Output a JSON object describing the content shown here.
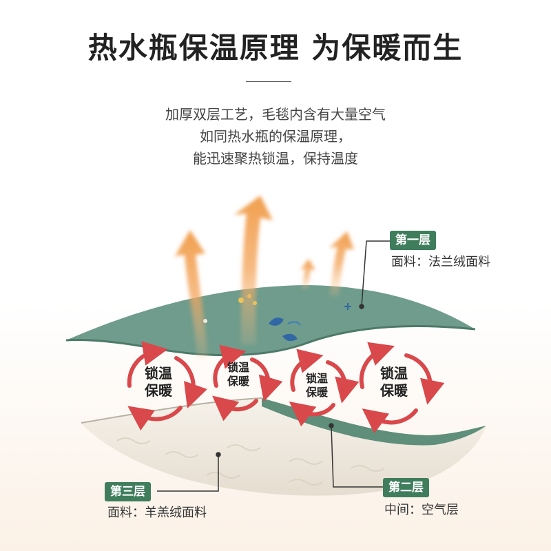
{
  "title": "热水瓶保温原理 为保暖而生",
  "subtitle": {
    "line1": "加厚双层工艺，毛毯内含有大量空气",
    "line2": "如同热水瓶的保温原理，",
    "line3": "能迅速聚热锁温，保持温度"
  },
  "layers": {
    "first": {
      "tag": "第一层",
      "desc": "面料：法兰绒面料"
    },
    "second": {
      "tag": "第二层",
      "desc": "中间：空气层"
    },
    "third": {
      "tag": "第三层",
      "desc": "面料：羊羔绒面料"
    }
  },
  "rings": [
    {
      "line1": "锁温",
      "line2": "保暖"
    },
    {
      "line1": "锁温",
      "line2": "保暖"
    },
    {
      "line1": "锁温",
      "line2": "保暖"
    },
    {
      "line1": "锁温",
      "line2": "保暖"
    }
  ],
  "colors": {
    "accent_green": "#3f7d5c",
    "fabric_green": "#6f9c8c",
    "heat_orange": "#f3a45a",
    "arrow_red": "#d9484a",
    "fleece_cream": "#f1ece2"
  }
}
